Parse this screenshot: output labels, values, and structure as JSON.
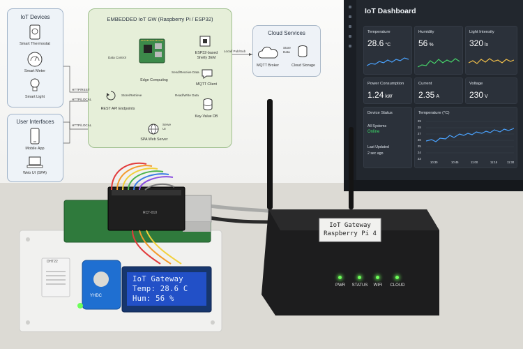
{
  "diagram": {
    "iot_devices": {
      "title": "IoT Devices",
      "items": [
        "Smart Thermostat",
        "Smart Meter",
        "Smart Light"
      ]
    },
    "user_interfaces": {
      "title": "User Interfaces",
      "items": [
        "Mobile App",
        "Web UI (SPA)"
      ]
    },
    "gateway": {
      "title": "EMBEDDED IoT GW (Raspberry Pi / ESP32)",
      "edge_computing": "Edge Computing",
      "esp32_line1": "ESP32-based",
      "esp32_line2": "Shelly 3EM",
      "mqtt_client": "MQTT Client",
      "rest_api": "REST API Endpoints",
      "kv_db": "Key-Value DB",
      "spa_server": "SPA Web Server"
    },
    "cloud": {
      "title": "Cloud Services",
      "mqtt_broker": "MQTT Broker",
      "cloud_storage": "Cloud Storage",
      "store_data_line1": "Store",
      "store_data_line2": "Data"
    },
    "edges": {
      "data_control": "Data Control",
      "send_receive": "Send/Receive Data",
      "store_retrieve": "Store/Retrieve",
      "read_write": "Read/Write Data",
      "local_pubsub": "Local/ Pub/Sub",
      "http_rest_1": "HTTP/REST",
      "http_local_1": "HTTP/LOCAL",
      "http_local_2": "HTTP/LOCAL",
      "serve_ui_line1": "Serve",
      "serve_ui_line2": "UI"
    }
  },
  "dashboard": {
    "title": "IoT Dashboard",
    "cards": [
      {
        "label": "Temperature",
        "value": "28.6",
        "unit": "°C",
        "color": "#4aa3ff"
      },
      {
        "label": "Humidity",
        "value": "56",
        "unit": "%",
        "color": "#47d46a"
      },
      {
        "label": "Light Intensity",
        "value": "320",
        "unit": "lx",
        "color": "#f2c04a"
      },
      {
        "label": "Power Consumption",
        "value": "1.24",
        "unit": "kW"
      },
      {
        "label": "Current",
        "value": "2.35",
        "unit": "A"
      },
      {
        "label": "Voltage",
        "value": "230",
        "unit": "V"
      }
    ],
    "device_status": {
      "title": "Device Status",
      "all_systems_label": "All Systems",
      "all_systems_value": "Online",
      "last_updated_label": "Last Updated",
      "last_updated_value": "2 sec ago",
      "status_color": "#3ddc6a"
    },
    "temp_chart": {
      "title": "Temperature (°C)",
      "y_ticks": [
        "29",
        "28",
        "27",
        "26",
        "25",
        "24",
        "23"
      ],
      "x_ticks": [
        "10:30",
        "10:45",
        "11:00",
        "11:15",
        "11:30"
      ]
    }
  },
  "hardware": {
    "lcd": {
      "line1": "IoT Gateway",
      "line2": "Temp: 28.6 C",
      "line3": "Hum: 56 %"
    },
    "pcb_label_dht": "DHT22",
    "pcb_label_relay": "RCT-010",
    "current_sensor_label": "YHDC",
    "gateway_box": {
      "label_line1": "IoT Gateway",
      "label_line2": "Raspberry Pi 4",
      "leds": [
        "PWR",
        "STATUS",
        "WIFI",
        "CLOUD"
      ]
    }
  }
}
